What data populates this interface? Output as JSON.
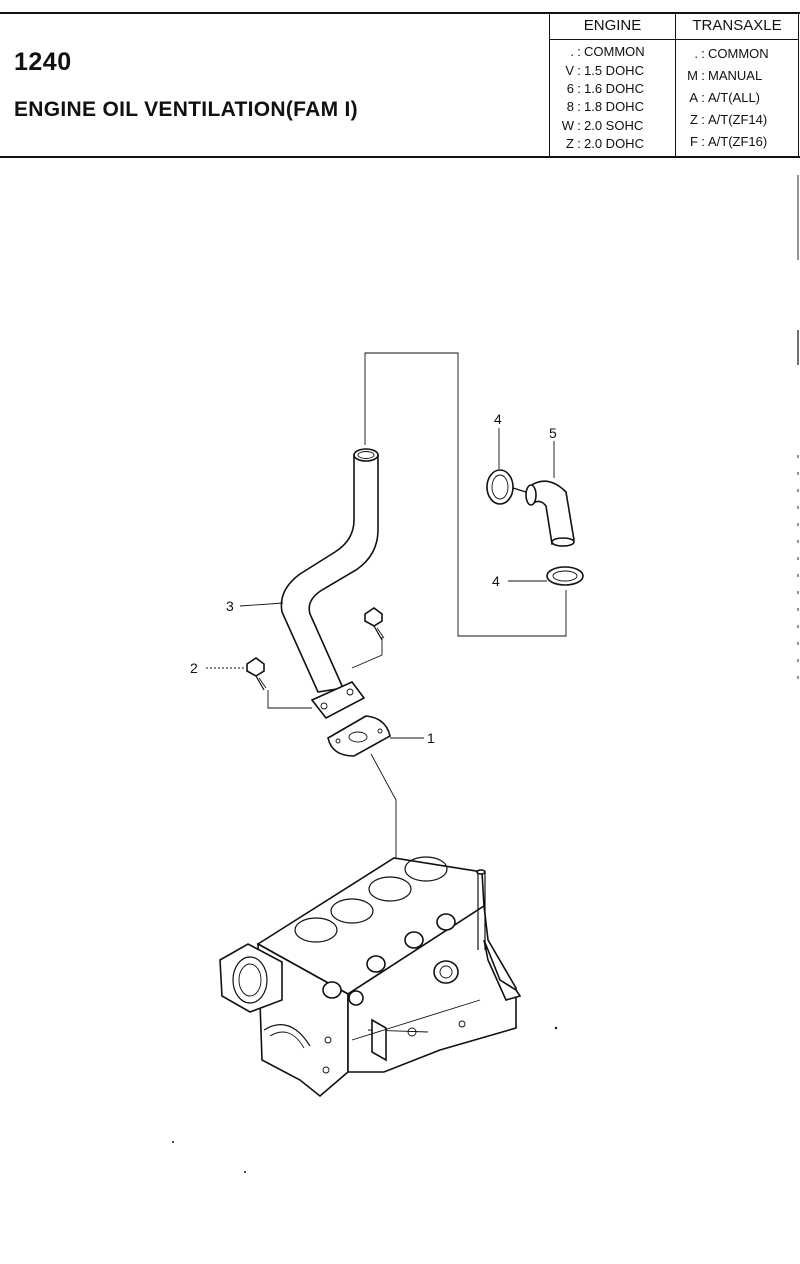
{
  "header": {
    "page_number": "1240",
    "title": "ENGINE OIL VENTILATION(FAM I)",
    "engine": {
      "heading": "ENGINE",
      "rows": [
        {
          "code": ".",
          "label": "COMMON"
        },
        {
          "code": "V",
          "label": "1.5 DOHC"
        },
        {
          "code": "6",
          "label": "1.6 DOHC"
        },
        {
          "code": "8",
          "label": "1.8 DOHC"
        },
        {
          "code": "W",
          "label": "2.0 SOHC"
        },
        {
          "code": "Z",
          "label": "2.0 DOHC"
        }
      ]
    },
    "transaxle": {
      "heading": "TRANSAXLE",
      "rows": [
        {
          "code": ".",
          "label": "COMMON"
        },
        {
          "code": "M",
          "label": "MANUAL"
        },
        {
          "code": "A",
          "label": "A/T(ALL)"
        },
        {
          "code": "Z",
          "label": "A/T(ZF14)"
        },
        {
          "code": "F",
          "label": "A/T(ZF16)"
        }
      ]
    }
  },
  "diagram": {
    "callouts": {
      "gasket": "1",
      "bolt": "2",
      "pipe": "3",
      "clamp_upper": "4",
      "hose": "5",
      "clamp_lower": "4"
    }
  }
}
